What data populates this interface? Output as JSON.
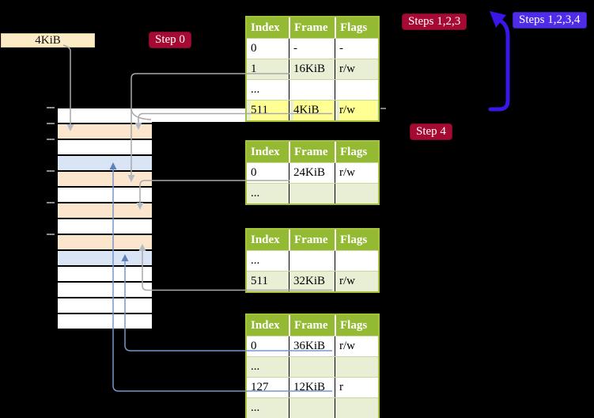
{
  "frame_label_box": {
    "text": "4KiB"
  },
  "badges": {
    "step0": "Step 0",
    "steps123": "Steps 1,2,3",
    "steps1234": "Steps 1,2,3,4",
    "step4": "Step 4"
  },
  "table_headers": [
    "Index",
    "Frame",
    "Flags"
  ],
  "page_tables": [
    {
      "name": "page-table-1",
      "rows": [
        {
          "cells": [
            "0",
            "-",
            "-"
          ]
        },
        {
          "cells": [
            "1",
            "16KiB",
            "r/w"
          ]
        },
        {
          "cells": [
            "...",
            "",
            ""
          ]
        },
        {
          "cells": [
            "511",
            "4KiB",
            "r/w"
          ],
          "highlighted": true
        }
      ]
    },
    {
      "name": "page-table-2",
      "rows": [
        {
          "cells": [
            "0",
            "24KiB",
            "r/w"
          ]
        },
        {
          "cells": [
            "...",
            "",
            ""
          ]
        }
      ]
    },
    {
      "name": "page-table-3",
      "rows": [
        {
          "cells": [
            "...",
            "",
            ""
          ]
        },
        {
          "cells": [
            "511",
            "32KiB",
            "r/w"
          ]
        }
      ]
    },
    {
      "name": "page-table-4",
      "rows": [
        {
          "cells": [
            "0",
            "36KiB",
            "r/w"
          ]
        },
        {
          "cells": [
            "...",
            "",
            ""
          ]
        },
        {
          "cells": [
            "127",
            "12KiB",
            "r"
          ]
        },
        {
          "cells": [
            "...",
            "",
            ""
          ]
        }
      ]
    }
  ],
  "memory_column": {
    "row_fills": [
      "white",
      "peach",
      "white",
      "blue",
      "peach",
      "white",
      "peach",
      "white",
      "peach",
      "blue",
      "white",
      "white",
      "white",
      "white"
    ],
    "tick_count": 6
  },
  "colors": {
    "table_header_green": "#94ba34",
    "table_row_green": "#e9efd5",
    "frame_peach": "#fce5cd",
    "frame_light_blue": "#d9e5f5",
    "highlight_yellow": "#ffff94",
    "badge_red": "#a60a33",
    "badge_blue": "#4f2ce8",
    "recursive_arrow_blue": "#3a16e8",
    "connector_gray": "#a9a9a9",
    "connector_steel_blue": "#7797cc",
    "label_box_beige": "#fbecc6"
  }
}
